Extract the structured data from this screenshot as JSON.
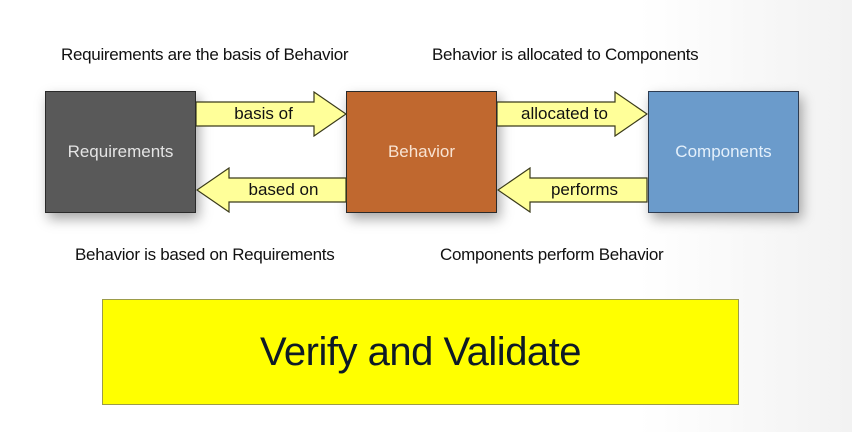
{
  "captions": {
    "top_left": "Requirements are the basis of Behavior",
    "top_right": "Behavior is allocated to Components",
    "bottom_left": "Behavior is based on Requirements",
    "bottom_right": "Components perform Behavior"
  },
  "boxes": {
    "requirements": {
      "label": "Requirements",
      "color": "#595959"
    },
    "behavior": {
      "label": "Behavior",
      "color": "#c0682f"
    },
    "components": {
      "label": "Components",
      "color": "#6b9bcb"
    }
  },
  "arrows": {
    "basis_of": {
      "label": "basis of",
      "direction": "right"
    },
    "based_on": {
      "label": "based on",
      "direction": "left"
    },
    "allocated_to": {
      "label": "allocated to",
      "direction": "right"
    },
    "performs": {
      "label": "performs",
      "direction": "left"
    }
  },
  "banner": {
    "label": "Verify and Validate",
    "color": "#ffff00"
  },
  "arrow_color": "#ffff99"
}
